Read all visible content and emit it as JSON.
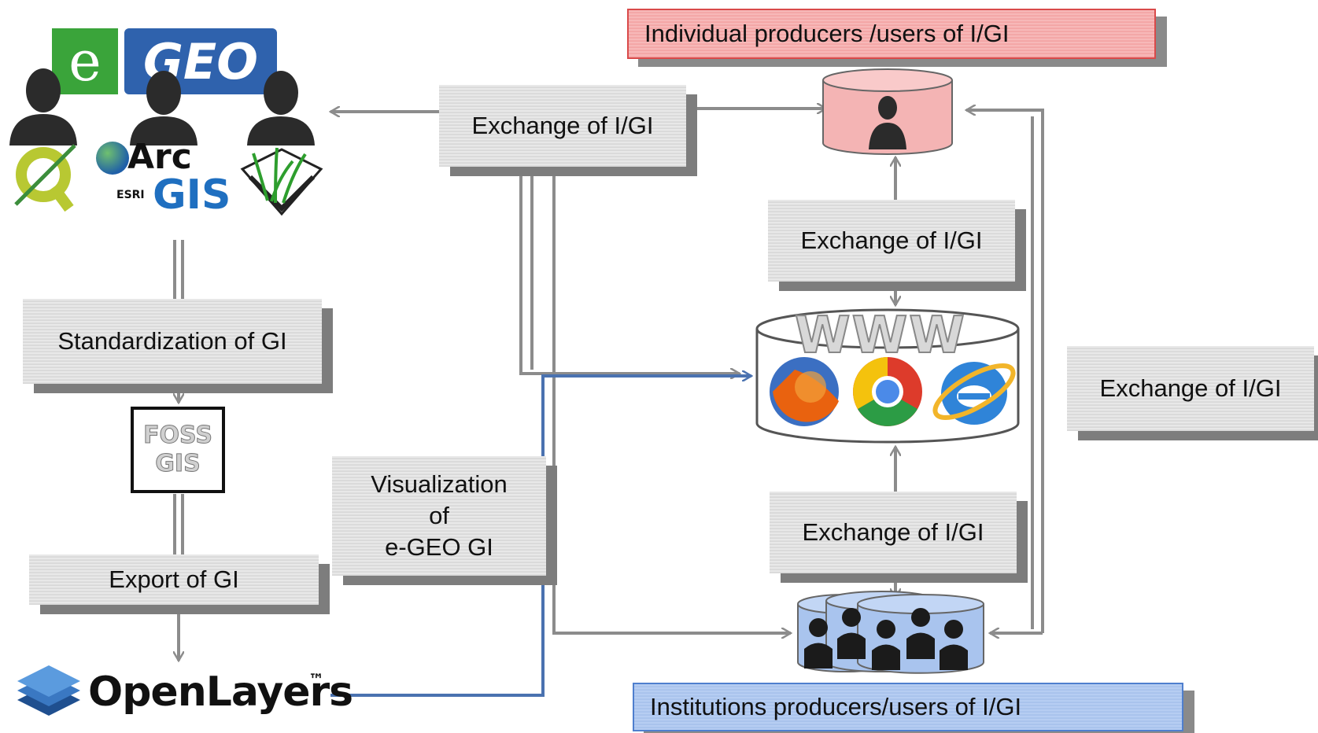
{
  "labels": {
    "individual_banner": "Individual producers /users of I/GI",
    "institutions_banner": "Institutions producers/users  of I/GI",
    "exchange_top": "Exchange of I/GI",
    "exchange_mid": "Exchange of I/GI",
    "exchange_low": "Exchange of I/GI",
    "exchange_right": "Exchange of I/GI",
    "standardization": "Standardization  of  GI",
    "export": "Export  of  GI",
    "visualization": [
      "Visualization",
      "of",
      "e-GEO GI"
    ]
  },
  "logos": {
    "egeo_e": "e",
    "egeo_geo": "GEO",
    "arcgis_arc": "Arc",
    "arcgis_esri": "ESRI",
    "arcgis_gis": "GIS",
    "foss": "FOSS",
    "foss_gis": "GIS",
    "www": "WWW",
    "openlayers": "OpenLayers",
    "openlayers_tm": "™"
  },
  "icons": [
    "user-silhouette-icon",
    "qgis-icon",
    "arcgis-icon",
    "grass-icon",
    "firefox-icon",
    "chrome-icon",
    "internet-explorer-icon",
    "group-icon",
    "openlayers-icon"
  ],
  "colors": {
    "red_fill": "#f7b8b8",
    "red_border": "#d94a4a",
    "blue_fill": "#b6cdf2",
    "blue_border": "#4f7fce",
    "connector_gray": "#8c8c8c",
    "connector_blue": "#4a72b0"
  }
}
